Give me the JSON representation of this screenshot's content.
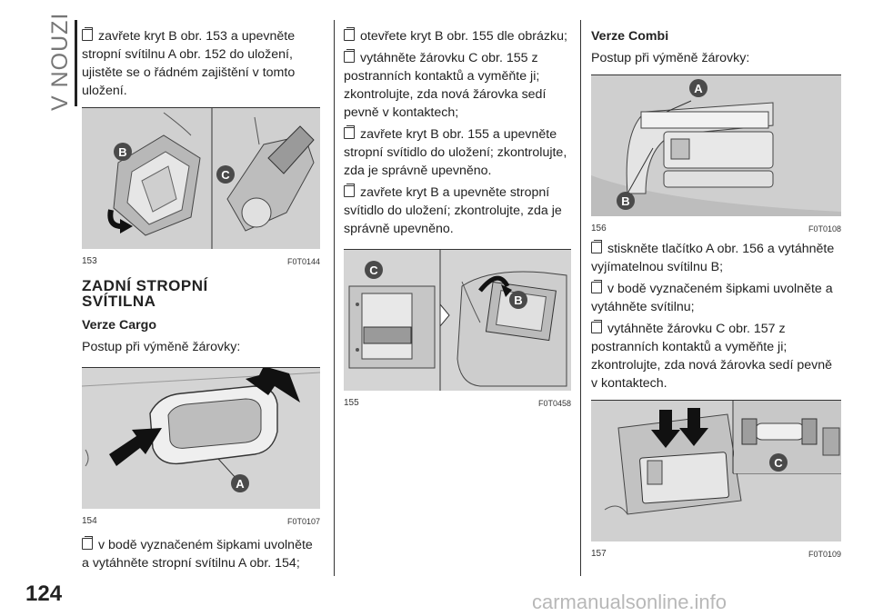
{
  "side_title": "V NOUZI",
  "page_number": "124",
  "watermark": "carmanualsonline.info",
  "col1": {
    "bullet1": "zavřete kryt B obr. 153 a upevněte stropní svítilnu A obr. 152 do uložení, ujistěte se o řádném zajištění v tomto uložení.",
    "fig153": {
      "num": "153",
      "code": "F0T0144",
      "labels": [
        "B",
        "C"
      ]
    },
    "section_title_l1": "ZADNÍ STROPNÍ",
    "section_title_l2": "SVÍTILNA",
    "subtitle": "Verze Cargo",
    "intro": "Postup při výměně žárovky:",
    "fig154": {
      "num": "154",
      "code": "F0T0107",
      "labels": [
        "A"
      ]
    },
    "bullet2": "v bodě vyznačeném šipkami uvolněte a vytáhněte stropní svítilnu A obr. 154;"
  },
  "col2": {
    "bullet1": "otevřete kryt B obr. 155 dle obrázku;",
    "bullet2": "vytáhněte žárovku C obr. 155 z postranních kontaktů a vyměňte ji; zkontrolujte, zda nová žárovka sedí pevně v kontaktech;",
    "bullet3": "zavřete kryt B obr. 155 a upevněte stropní svítidlo do uložení; zkontrolujte, zda je správně upevněno.",
    "bullet4": "zavřete kryt B a upevněte stropní svítidlo do uložení; zkontrolujte, zda je správně upevněno.",
    "fig155": {
      "num": "155",
      "code": "F0T0458",
      "labels": [
        "C",
        "B"
      ]
    }
  },
  "col3": {
    "subtitle": "Verze Combi",
    "intro": "Postup při výměně žárovky:",
    "fig156": {
      "num": "156",
      "code": "F0T0108",
      "labels": [
        "A",
        "B"
      ]
    },
    "bullet1": "stiskněte tlačítko A obr. 156 a vytáhněte vyjímatelnou svítilnu B;",
    "bullet2": "v bodě vyznačeném šipkami uvolněte a vytáhněte svítilnu;",
    "bullet3": "vytáhněte žárovku C obr. 157 z postranních kontaktů a vyměňte ji; zkontrolujte, zda nová žárovka sedí pevně v kontaktech.",
    "fig157": {
      "num": "157",
      "code": "F0T0109",
      "labels": [
        "C"
      ]
    }
  },
  "colors": {
    "label_badge": "#4a4a4a",
    "figure_bg": "#d2d2d2",
    "text": "#222222"
  }
}
